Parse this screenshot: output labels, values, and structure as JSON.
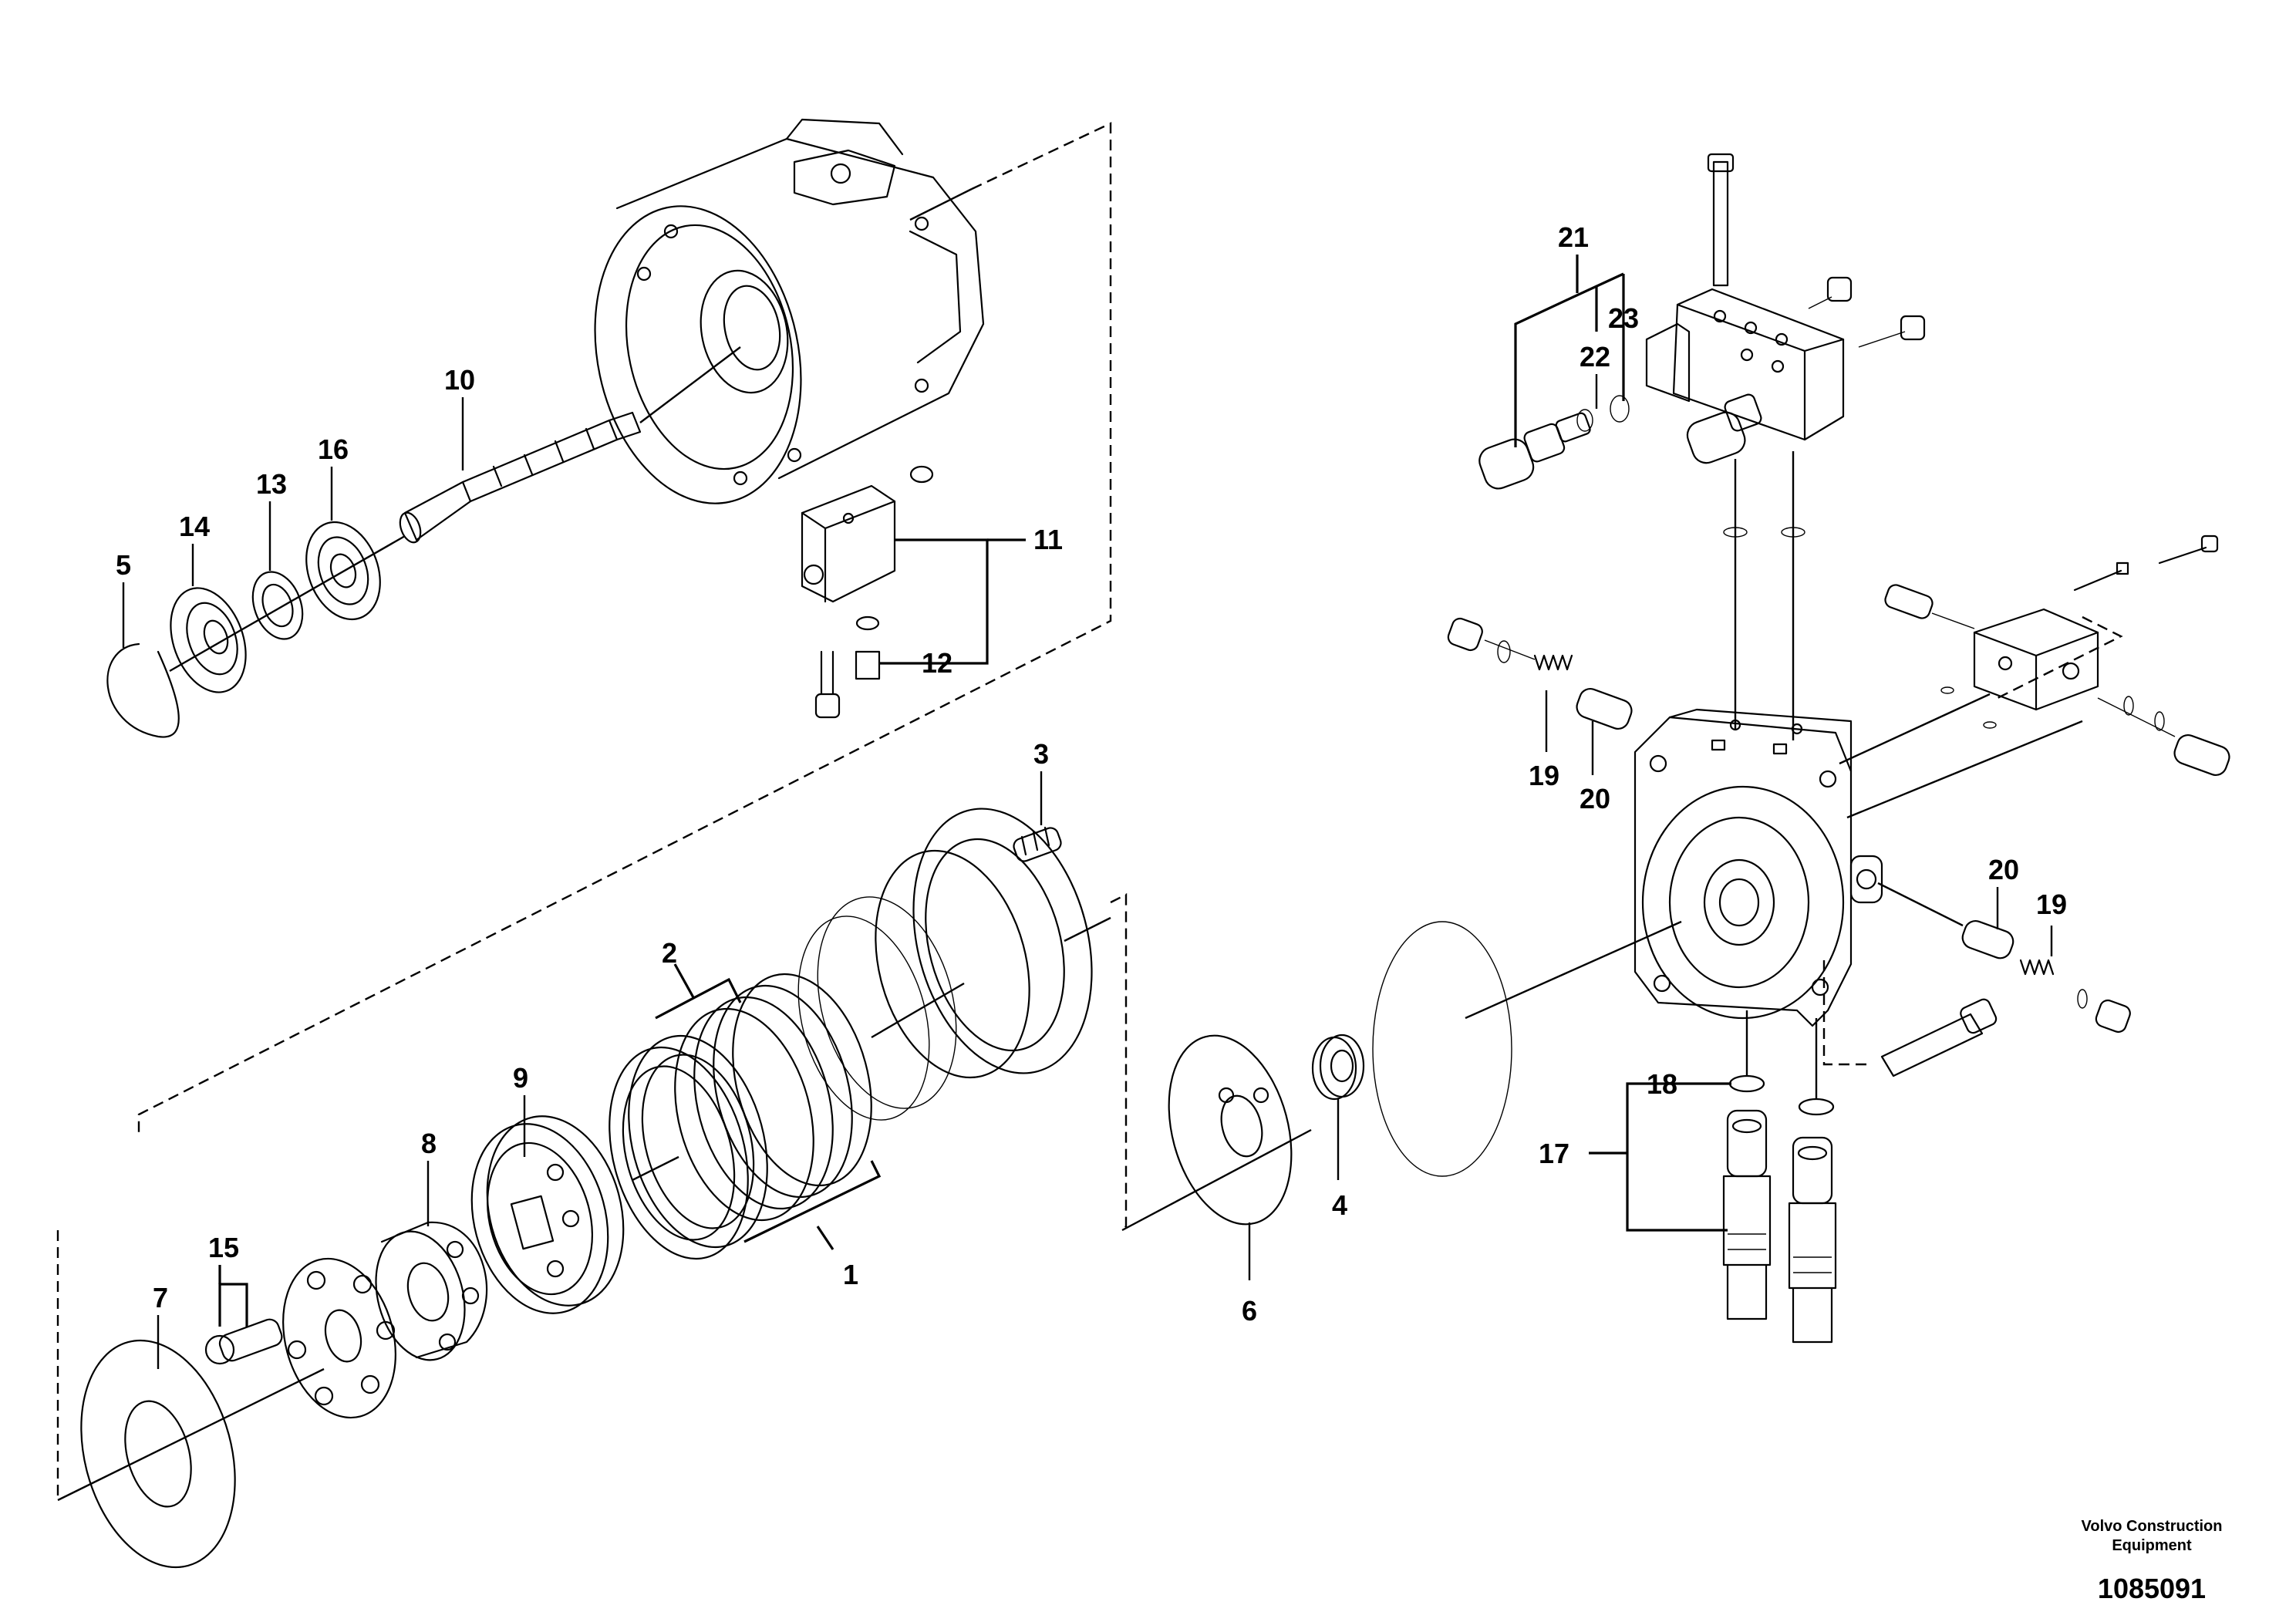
{
  "callouts": {
    "c1": "1",
    "c2": "2",
    "c3": "3",
    "c4": "4",
    "c5": "5",
    "c6": "6",
    "c7": "7",
    "c8": "8",
    "c9": "9",
    "c10": "10",
    "c11": "11",
    "c12": "12",
    "c13": "13",
    "c14": "14",
    "c15": "15",
    "c16": "16",
    "c17": "17",
    "c18": "18",
    "c19a": "19",
    "c19b": "19",
    "c20a": "20",
    "c20b": "20",
    "c21": "21",
    "c22": "22",
    "c23": "23"
  },
  "watermark": {
    "line1": "Volvo Construction",
    "line2": "Equipment",
    "drawing_number": "1085091"
  }
}
